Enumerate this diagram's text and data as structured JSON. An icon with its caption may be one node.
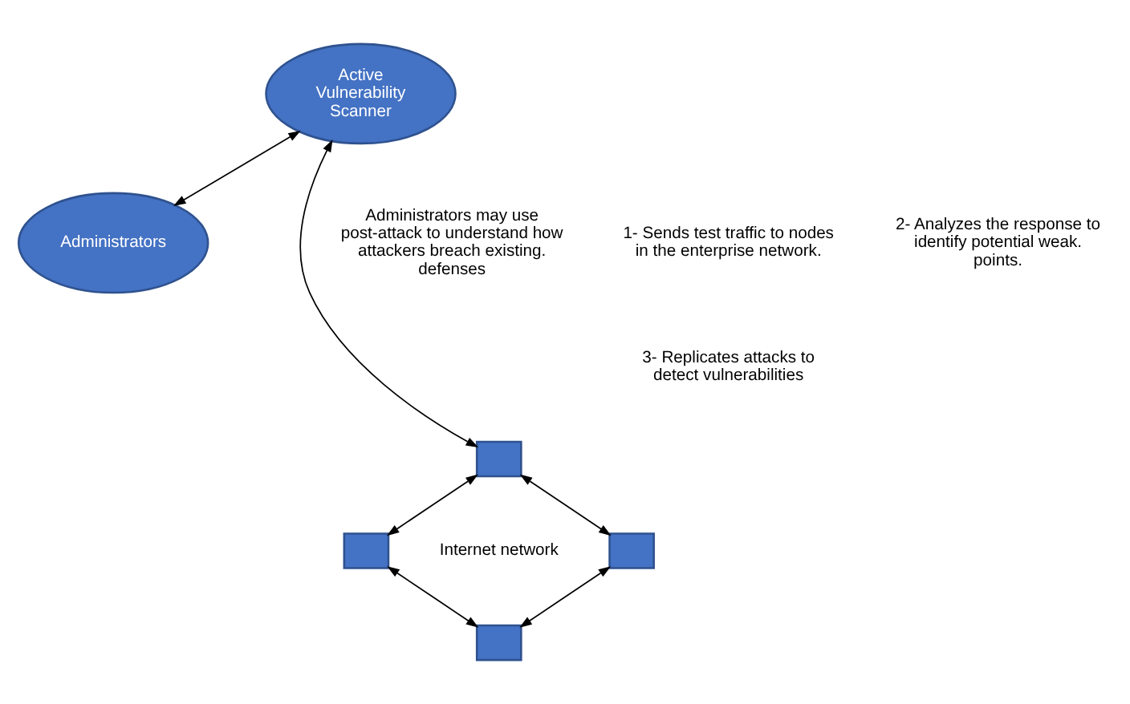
{
  "diagram": {
    "nodes": [
      {
        "text": [
          "Active Vulnerability Scanner"
        ]
      },
      {
        "text": [
          "Administrators"
        ]
      },
      {
        "text": [],
        "shape": "box"
      },
      {
        "text": [],
        "shape": "box"
      },
      {
        "text": [],
        "shape": "box"
      },
      {
        "text": [],
        "shape": "box"
      }
    ],
    "edges": [
      {
        "from": 0,
        "to": 1,
        "arrow": "both"
      },
      {
        "from": 0,
        "to": 2,
        "arrow": "both"
      },
      {
        "from": 2,
        "to": 3,
        "arrow": "both"
      },
      {
        "from": 2,
        "to": 4,
        "arrow": "both"
      },
      {
        "from": 3,
        "to": 5,
        "arrow": "both"
      },
      {
        "from": 4,
        "to": 5,
        "arrow": "both"
      }
    ],
    "labels": [
      "Administrators may use post-attack to understand how attackers breach existing. defenses",
      "1- Sends test traffic to nodes in the enterprise network.",
      "2- Analyzes the response to identify potential weak. points.",
      "3- Replicates attacks to detect vulnerabilities",
      "Internet network"
    ]
  }
}
